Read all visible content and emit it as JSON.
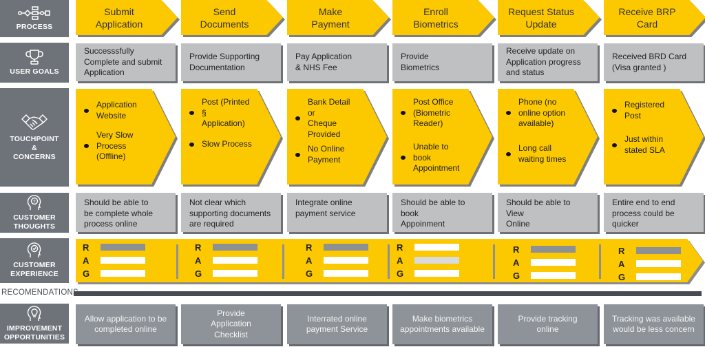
{
  "rows": {
    "process": "PROCESS",
    "user_goals": "USER GOALS",
    "touchpoint": [
      "TOUCHPOINT",
      "&",
      "CONCERNS"
    ],
    "thoughts": [
      "CUSTOMER",
      "THOUGHTS"
    ],
    "experience": [
      "CUSTOMER",
      "EXPERIENCE"
    ],
    "recommendations": "RECOMENDATIONS",
    "improvement": [
      "IMPROVEMENT",
      "OPPORTUNITIES"
    ]
  },
  "icons": {
    "process": "process-flow-icon",
    "user_goals": "trophy-icon",
    "touchpoint": "handshake-icon",
    "thoughts": "head-question-icon",
    "experience": "head-check-icon",
    "improvement": "head-lightbulb-icon"
  },
  "colors": {
    "accent_yellow": "#fcc800",
    "label_gray": "#6d7379",
    "box_gray": "#bfc0c1",
    "improvement_gray": "#8d9398",
    "rag_filled": "#8e9193",
    "rag_amber_alt": "#d9dadb"
  },
  "stages": [
    {
      "process": [
        "Submit",
        "Application"
      ],
      "goal": [
        "Successsfully",
        "Complete and submit",
        "Application"
      ],
      "touchpoints": [
        [
          "Application",
          "Website"
        ],
        [
          "Very Slow",
          "Process",
          " (Offline)"
        ]
      ],
      "thought": [
        "Should be able to",
        "be complete whole",
        "process online"
      ],
      "rag": {
        "R": "filled",
        "A": "empty",
        "G": "empty"
      },
      "improvement": [
        "Allow application to be",
        "completed online"
      ]
    },
    {
      "process": [
        "Send",
        "Documents"
      ],
      "goal": [
        "Provide Supporting",
        "Documentation"
      ],
      "touchpoints": [
        [
          "Post (Printed §",
          "Application)"
        ],
        [
          "Slow Process"
        ]
      ],
      "thought": [
        "Not clear which",
        "supporting documents",
        "are required"
      ],
      "rag": {
        "R": "filled",
        "A": "empty",
        "G": "empty"
      },
      "improvement": [
        "Provide",
        "Application",
        "Checklist"
      ]
    },
    {
      "process": [
        "Make",
        "Payment"
      ],
      "goal": [
        "Pay Application",
        "& NHS Fee"
      ],
      "touchpoints": [
        [
          "Bank Detail or",
          "Cheque",
          "Provided"
        ],
        [
          "No Online",
          "Payment"
        ]
      ],
      "thought": [
        "Integrate online",
        "payment service"
      ],
      "rag": {
        "R": "filled",
        "A": "empty",
        "G": "empty"
      },
      "improvement": [
        "Interrated online",
        "payment Service"
      ]
    },
    {
      "process": [
        "Enroll",
        "Biometrics"
      ],
      "goal": [
        "Provide",
        "Biometrics"
      ],
      "touchpoints": [
        [
          "Post Office",
          "(Biometric",
          "Reader)"
        ],
        [
          "Unable to book",
          "Appointment"
        ]
      ],
      "thought": [
        "Should be able to book",
        "Appoinment"
      ],
      "rag": {
        "R": "empty",
        "A": "light",
        "G": "empty"
      },
      "improvement": [
        "Make biometrics",
        "appointments available"
      ]
    },
    {
      "process": [
        "Request Status",
        "Update"
      ],
      "goal": [
        "Receive update on",
        "Application progress",
        "and status"
      ],
      "touchpoints": [
        [
          "Phone (no",
          "online option",
          "available)"
        ],
        [
          "Long call",
          "waiting times"
        ]
      ],
      "thought": [
        "Should be able to View",
        "Online"
      ],
      "rag": {
        "R": "filled",
        "A": "empty",
        "G": "empty"
      },
      "improvement": [
        "Provide tracking",
        "online"
      ]
    },
    {
      "process": [
        "Receive BRP",
        "Card"
      ],
      "goal": [
        "Received BRD Card",
        "(Visa granted )"
      ],
      "touchpoints": [
        [
          "Registered",
          "Post"
        ],
        [
          "Just within",
          "stated SLA"
        ]
      ],
      "thought": [
        "Entire end to end",
        "process could be",
        "quicker"
      ],
      "rag": {
        "R": "filled",
        "A": "empty",
        "G": "empty"
      },
      "improvement": [
        "Tracking was available",
        "would be less concern"
      ]
    }
  ],
  "rag_letters": [
    "R",
    "A",
    "G"
  ]
}
